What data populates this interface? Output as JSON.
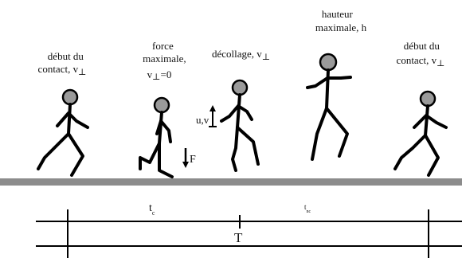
{
  "labels": {
    "p1": {
      "line1": "début du",
      "line2": "contact, v",
      "sub": "⊥"
    },
    "p2": {
      "line1": "force",
      "line2": "maximale,",
      "line3_v": "v",
      "line3_sub": "⊥",
      "line3_eq": "=0"
    },
    "p3": {
      "line1": "décollage, v",
      "sub": "⊥"
    },
    "p4": {
      "line1": "hauteur",
      "line2": "maximale, h"
    },
    "p5": {
      "line1": "début du",
      "line2": "contact, v",
      "sub": "⊥"
    },
    "uv": "u,v",
    "F": "F"
  },
  "timeline": {
    "tc": {
      "t": "t",
      "sub": "c"
    },
    "tnc": {
      "t": "t",
      "sub": "nc"
    },
    "T": "T"
  },
  "colors": {
    "ground": "#8c8c8c",
    "head": "#9a9a9a",
    "ink": "#000000"
  }
}
